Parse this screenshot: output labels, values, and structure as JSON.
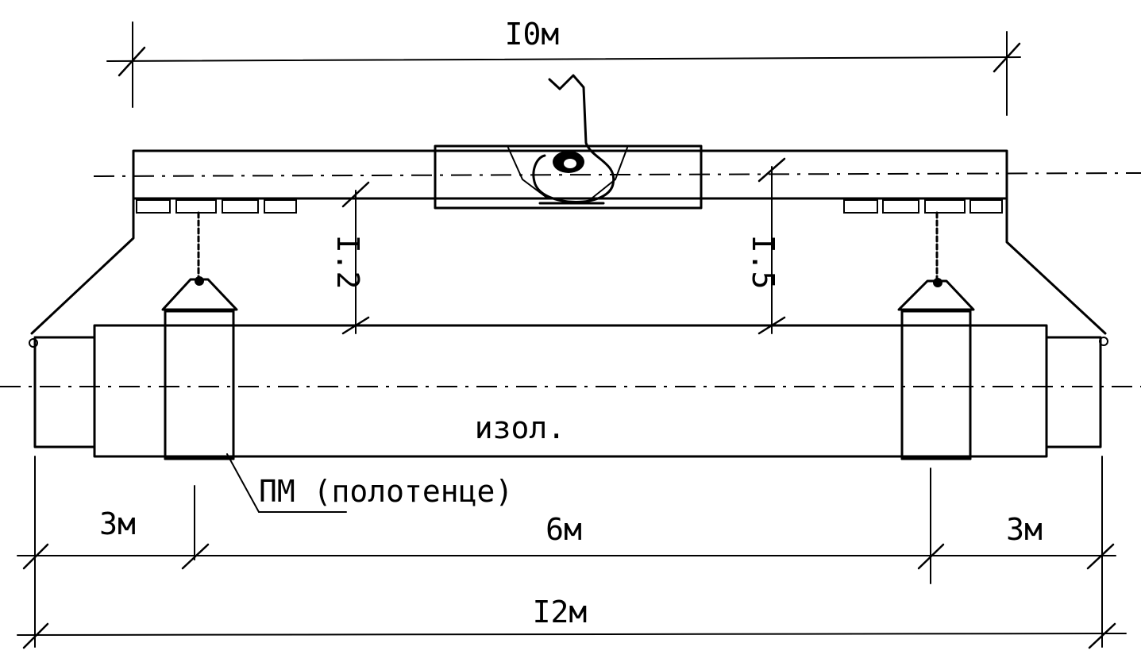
{
  "dimensions": {
    "beam_span": "I0м",
    "hanger_height_left": "I.2",
    "hanger_height_right": "I.5",
    "left_overhang": "3м",
    "middle_span": "6м",
    "right_overhang": "3м",
    "total_length": "I2м"
  },
  "labels": {
    "insulation": "изол.",
    "sling_callout": "ПМ (полотенце)"
  }
}
